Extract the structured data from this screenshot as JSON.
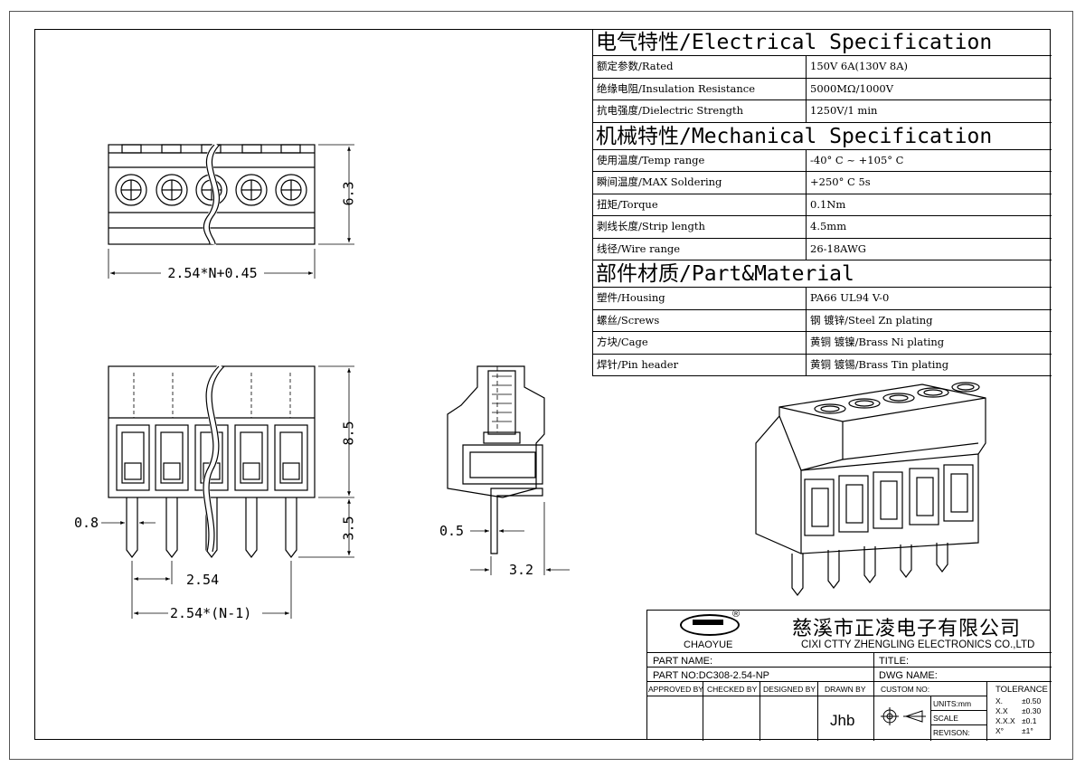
{
  "spec": {
    "electrical": {
      "title": "电气特性/Electrical Specification",
      "rows": [
        {
          "label": "额定参数/Rated",
          "value": "150V  6A(130V  8A)"
        },
        {
          "label": "绝缘电阻/Insulation Resistance",
          "value": "5000MΩ/1000V"
        },
        {
          "label": "抗电强度/Dielectric Strength",
          "value": "1250V/1 min"
        }
      ]
    },
    "mechanical": {
      "title": "机械特性/Mechanical Specification",
      "rows": [
        {
          "label": "使用温度/Temp range",
          "value": "-40° C ~ +105° C"
        },
        {
          "label": "瞬间温度/MAX Soldering",
          "value": "+250° C   5s"
        },
        {
          "label": "扭矩/Torque",
          "value": "0.1Nm"
        },
        {
          "label": "剥线长度/Strip length",
          "value": "4.5mm"
        },
        {
          "label": "线径/Wire range",
          "value": "26-18AWG"
        }
      ]
    },
    "material": {
      "title": "部件材质/Part&Material",
      "rows": [
        {
          "label": "塑件/Housing",
          "value": "PA66 UL94 V-0"
        },
        {
          "label": "螺丝/Screws",
          "value": "钢 镀锌/Steel Zn plating"
        },
        {
          "label": "方块/Cage",
          "value": "黄铜 镀镍/Brass Ni plating"
        },
        {
          "label": "焊针/Pin header",
          "value": "黄铜 镀锡/Brass Tin plating"
        }
      ]
    }
  },
  "dimensions": {
    "height_top": "6.3",
    "width_formula": "2.54*N+0.45",
    "height_body": "8.5",
    "height_pin": "3.5",
    "pin_width": "0.8",
    "pitch": "2.54",
    "span_formula": "2.54*(N-1)",
    "side_pin": "0.5",
    "side_offset": "3.2"
  },
  "title_block": {
    "logo_text": "CHAOYUE",
    "registered": "®",
    "company_cn": "慈溪市正凌电子有限公司",
    "company_en": "CIXI CTTY ZHENGLING ELECTRONICS CO.,LTD",
    "part_name_label": "PART NAME:",
    "title_label": "TITLE:",
    "part_no_label": "PART NO:DC308-2.54-NP",
    "dwg_name_label": "DWG NAME:",
    "approved_by": "APPROVED BY",
    "checked_by": "CHECKED BY",
    "designed_by": "DESIGNED BY",
    "drawn_by": "DRAWN BY",
    "drawn_by_value": "Jhb",
    "custom_no": "CUSTOM NO:",
    "units": "UNITS:mm",
    "scale": "SCALE",
    "revision": "REVISON:",
    "tolerance": "TOLERANCE",
    "tol_rows": [
      {
        "k": "X.",
        "v": "±0.50"
      },
      {
        "k": "X.X",
        "v": "±0.30"
      },
      {
        "k": "X.X.X",
        "v": "±0.1"
      },
      {
        "k": "X°",
        "v": "±1°"
      }
    ]
  }
}
